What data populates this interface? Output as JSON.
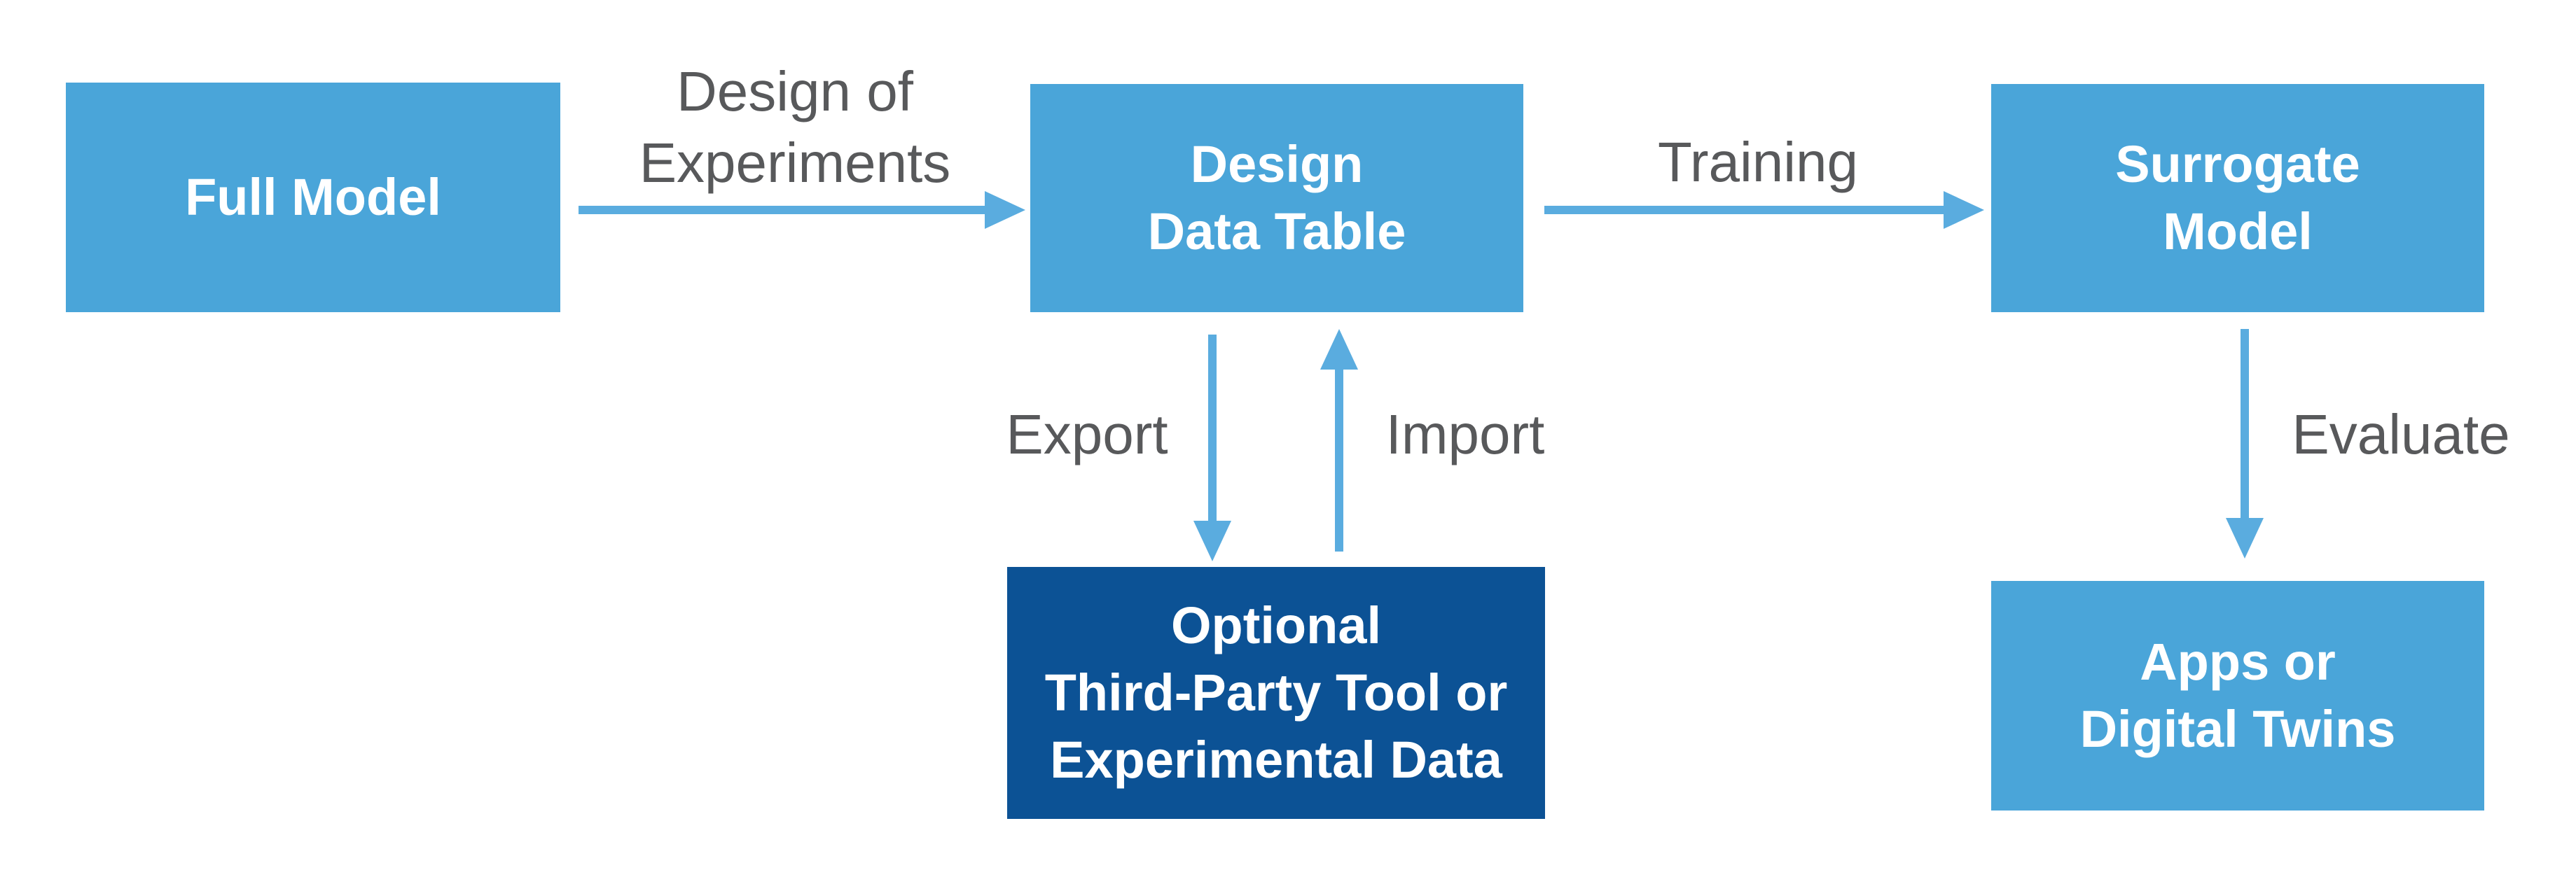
{
  "diagram": {
    "nodes": {
      "full_model": {
        "label": "Full Model"
      },
      "design_data_table": {
        "lines": [
          "Design",
          "Data Table"
        ]
      },
      "surrogate_model": {
        "lines": [
          "Surrogate",
          "Model"
        ]
      },
      "optional_tool": {
        "lines": [
          "Optional",
          "Third-Party Tool or",
          "Experimental Data"
        ]
      },
      "apps_digital_twins": {
        "lines": [
          "Apps or",
          "Digital Twins"
        ]
      }
    },
    "edges": {
      "design_of_experiments": {
        "lines": [
          "Design of",
          "Experiments"
        ]
      },
      "training": {
        "label": "Training"
      },
      "export": {
        "label": "Export"
      },
      "import": {
        "label": "Import"
      },
      "evaluate": {
        "label": "Evaluate"
      }
    },
    "colors": {
      "background": "#FFFFFF",
      "box_blue": "#4AA5D9",
      "box_dark_blue": "#0C5295",
      "box_text": "#FFFFFF",
      "arrow_blue": "#5AACDF",
      "label_gray": "#58595B"
    }
  }
}
